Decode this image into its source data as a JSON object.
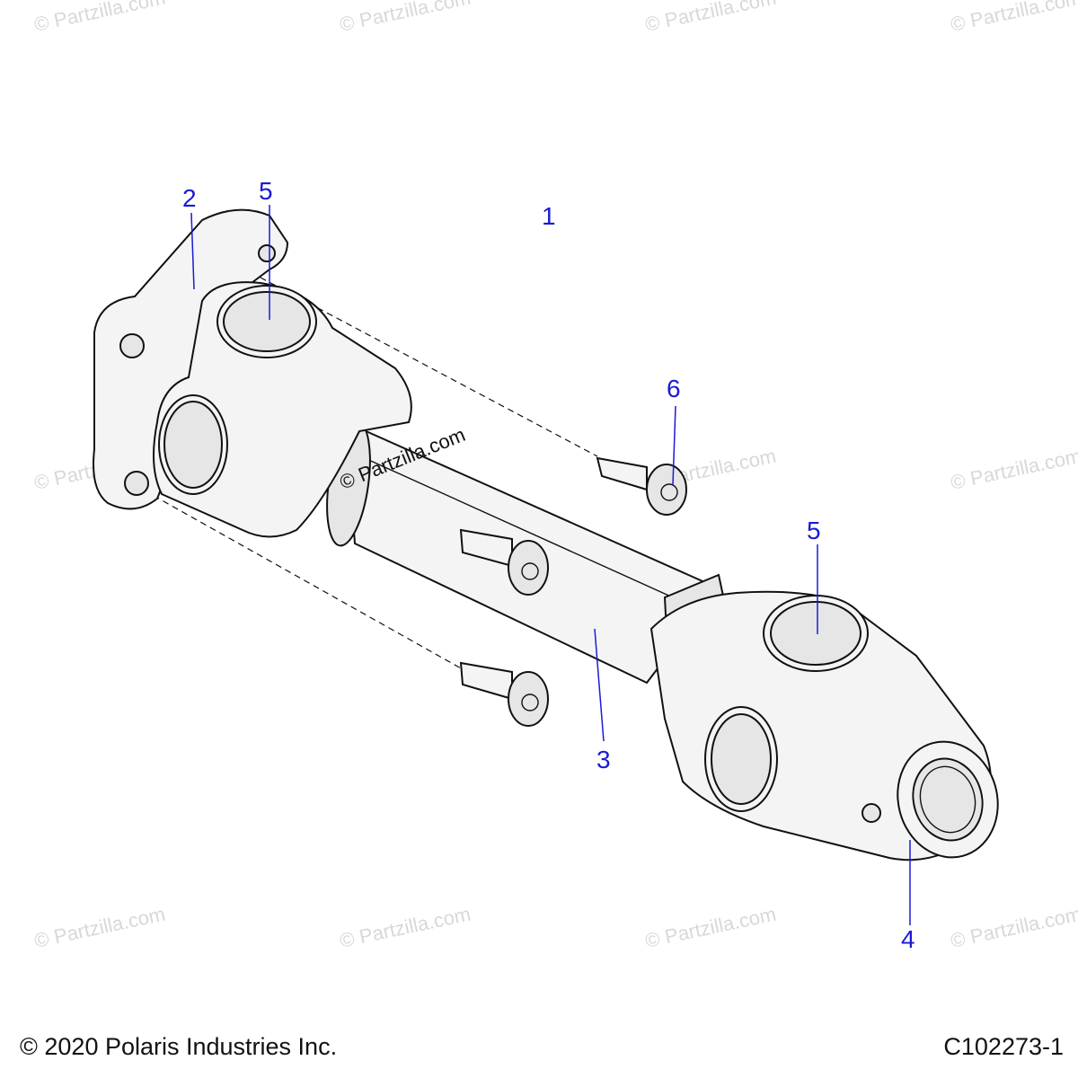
{
  "watermark_text": "© Partzilla.com",
  "center_watermark": "© Partzilla.com",
  "callouts": [
    "1",
    "2",
    "3",
    "4",
    "5",
    "5",
    "6"
  ],
  "footer": {
    "copyright": "© 2020 Polaris Industries Inc.",
    "diagram_code": "C102273-1"
  },
  "colors": {
    "callout": "#1a1ad6",
    "line_art": "#111111",
    "watermark": "#d8d8d8"
  }
}
